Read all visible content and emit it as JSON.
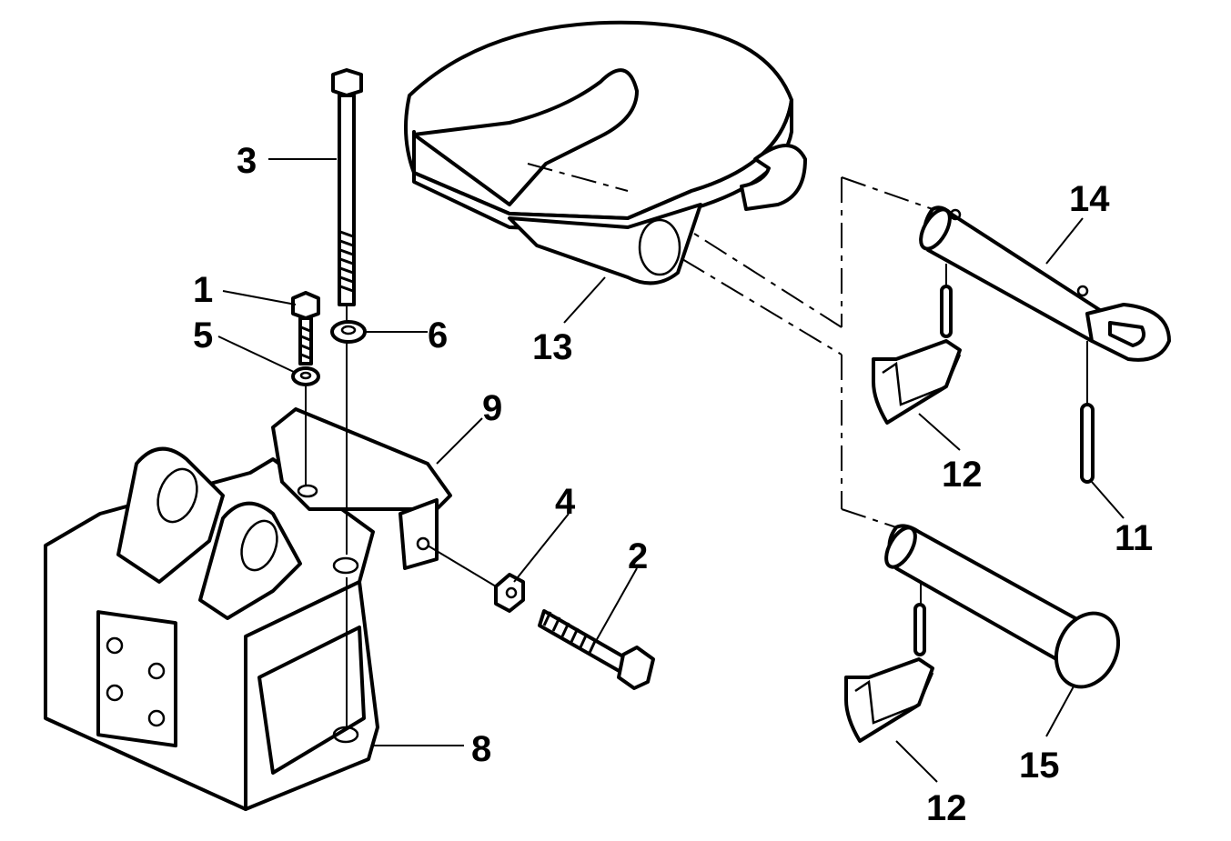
{
  "callouts": [
    {
      "id": "c1",
      "text": "1"
    },
    {
      "id": "c2",
      "text": "2"
    },
    {
      "id": "c3",
      "text": "3"
    },
    {
      "id": "c4",
      "text": "4"
    },
    {
      "id": "c5",
      "text": "5"
    },
    {
      "id": "c6",
      "text": "6"
    },
    {
      "id": "c8",
      "text": "8"
    },
    {
      "id": "c9",
      "text": "9"
    },
    {
      "id": "c11",
      "text": "11"
    },
    {
      "id": "c12a",
      "text": "12"
    },
    {
      "id": "c12b",
      "text": "12"
    },
    {
      "id": "c13",
      "text": "13"
    },
    {
      "id": "c14",
      "text": "14"
    },
    {
      "id": "c15",
      "text": "15"
    }
  ]
}
